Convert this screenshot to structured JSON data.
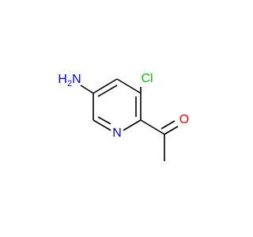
{
  "molecule": {
    "atoms": {
      "amine": {
        "text": "H",
        "sub": "2",
        "tail": "N",
        "color": "#0000ff"
      },
      "chlorine": {
        "text": "Cl",
        "color": "#00cc00"
      },
      "ring_nitrogen": {
        "text": "N",
        "color": "#0000ff"
      },
      "oxygen": {
        "text": "O",
        "color": "#ff0000"
      }
    },
    "bond_color": "#000000"
  }
}
